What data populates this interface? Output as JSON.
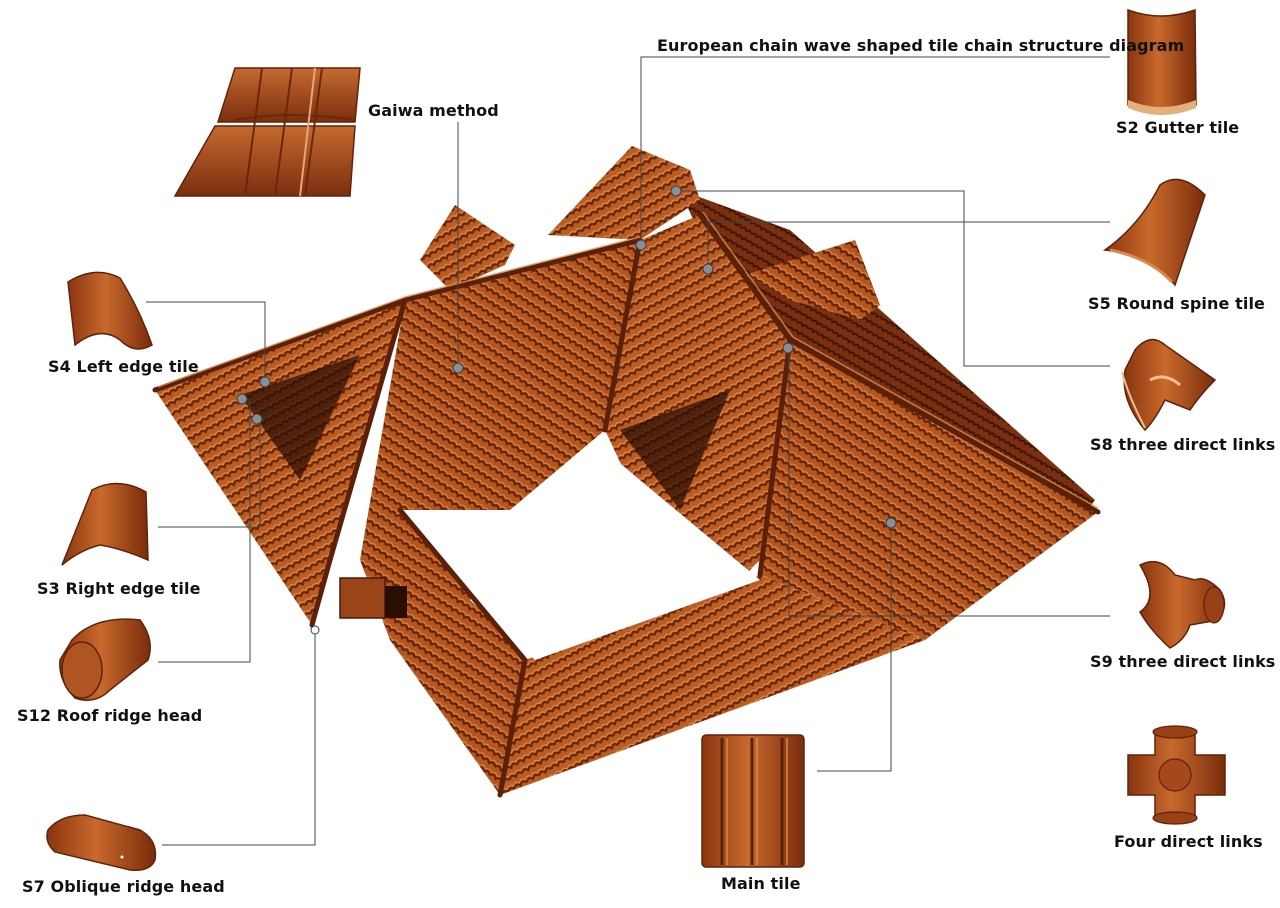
{
  "title": "European chain wave shaped tile chain structure diagram",
  "labels": {
    "gaiwa": "Gaiwa method",
    "s2": "S2 Gutter tile",
    "s5": "S5 Round spine tile",
    "s8": "S8 three direct links",
    "s4": "S4 Left edge tile",
    "s3": "S3 Right edge tile",
    "s12": "S12 Roof ridge head",
    "s7": "S7 Oblique ridge head",
    "s9": "S9 three direct links",
    "main": "Main tile",
    "four": "Four direct links"
  },
  "colors": {
    "tile_main": "#b85a22",
    "tile_dark": "#6e2a0d",
    "tile_light": "#d8894a",
    "shadow": "#3a1406",
    "leader": "#444444",
    "marker": "#8a8f96"
  },
  "icons": [
    "interlocking-tile-panel",
    "gutter-tile",
    "round-spine-tile",
    "three-way-joint",
    "left-edge-tile",
    "right-edge-tile",
    "ridge-head-tile",
    "oblique-ridge-head",
    "four-way-joint",
    "main-tile"
  ]
}
